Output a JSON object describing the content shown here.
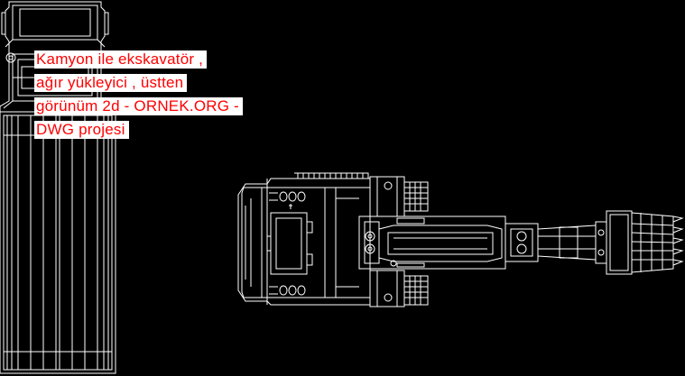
{
  "caption": {
    "lines": [
      "Kamyon ile ekskavatör ,",
      "ağır yükleyici , üstten",
      "görünüm 2d - ORNEK.ORG -",
      "DWG projesi"
    ]
  },
  "colors": {
    "background": "#000000",
    "line": "#ffffff",
    "caption_text": "#ff0000",
    "caption_bg": "#ffffff"
  }
}
